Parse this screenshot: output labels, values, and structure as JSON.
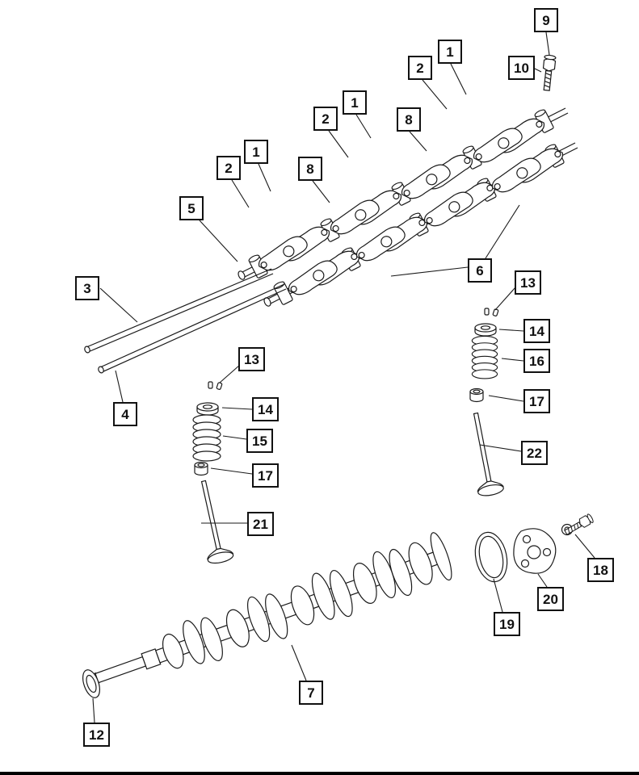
{
  "diagram": {
    "type": "exploded-parts-diagram",
    "background_color": "#ffffff",
    "line_color": "#1a1a1a",
    "callout_border_color": "#111111"
  },
  "callouts": [
    {
      "label": "9"
    },
    {
      "label": "10"
    },
    {
      "label": "1"
    },
    {
      "label": "2"
    },
    {
      "label": "1"
    },
    {
      "label": "8"
    },
    {
      "label": "2"
    },
    {
      "label": "1"
    },
    {
      "label": "8"
    },
    {
      "label": "2"
    },
    {
      "label": "5"
    },
    {
      "label": "3"
    },
    {
      "label": "6"
    },
    {
      "label": "13"
    },
    {
      "label": "14"
    },
    {
      "label": "16"
    },
    {
      "label": "13"
    },
    {
      "label": "17"
    },
    {
      "label": "4"
    },
    {
      "label": "14"
    },
    {
      "label": "15"
    },
    {
      "label": "22"
    },
    {
      "label": "17"
    },
    {
      "label": "21"
    },
    {
      "label": "18"
    },
    {
      "label": "20"
    },
    {
      "label": "19"
    },
    {
      "label": "7"
    },
    {
      "label": "12"
    }
  ]
}
